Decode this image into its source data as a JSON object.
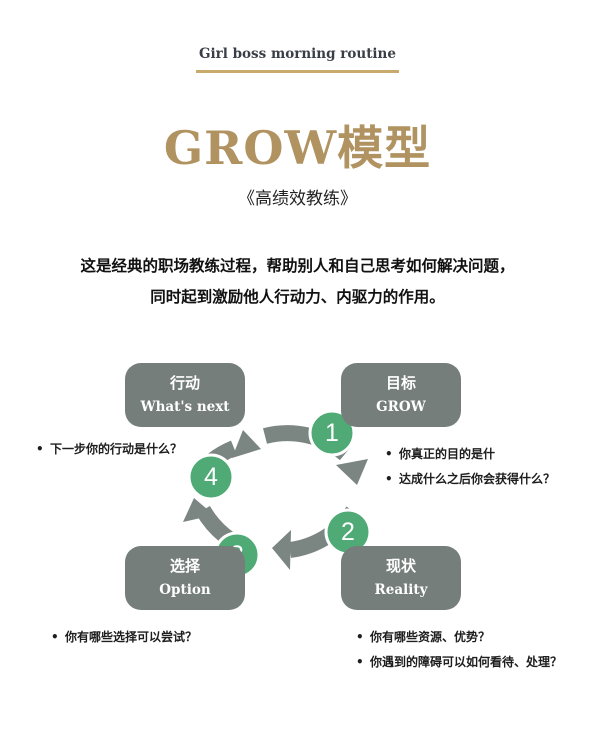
{
  "header": {
    "kicker": "Girl boss morning routine",
    "title": "GROW模型",
    "subtitle": "《高绩效教练》",
    "intro_line1": "这是经典的职场教练过程，帮助别人和自己思考如何解决问题，",
    "intro_line2": "同时起到激励他人行动力、内驱力的作用。"
  },
  "diagram": {
    "stages": [
      {
        "number": "1",
        "title_zh": "目标",
        "title_en": "GROW",
        "bullets": [
          "你真正的目的是什",
          "达成什么之后你会获得什么？"
        ]
      },
      {
        "number": "2",
        "title_zh": "现状",
        "title_en": "Reality",
        "bullets": [
          "你有哪些资源、优势？",
          "你遇到的障碍可以如何看待、处理？"
        ]
      },
      {
        "number": "3",
        "title_zh": "选择",
        "title_en": "Option",
        "bullets": [
          "你有哪些选择可以尝试？"
        ]
      },
      {
        "number": "4",
        "title_zh": "行动",
        "title_en": "What's next",
        "bullets": [
          "下一步你的行动是什么？"
        ]
      }
    ],
    "colors": {
      "box": "#767e7c",
      "arrow": "#7b8581",
      "badge": "#4faa76",
      "accent": "#b09361"
    }
  }
}
